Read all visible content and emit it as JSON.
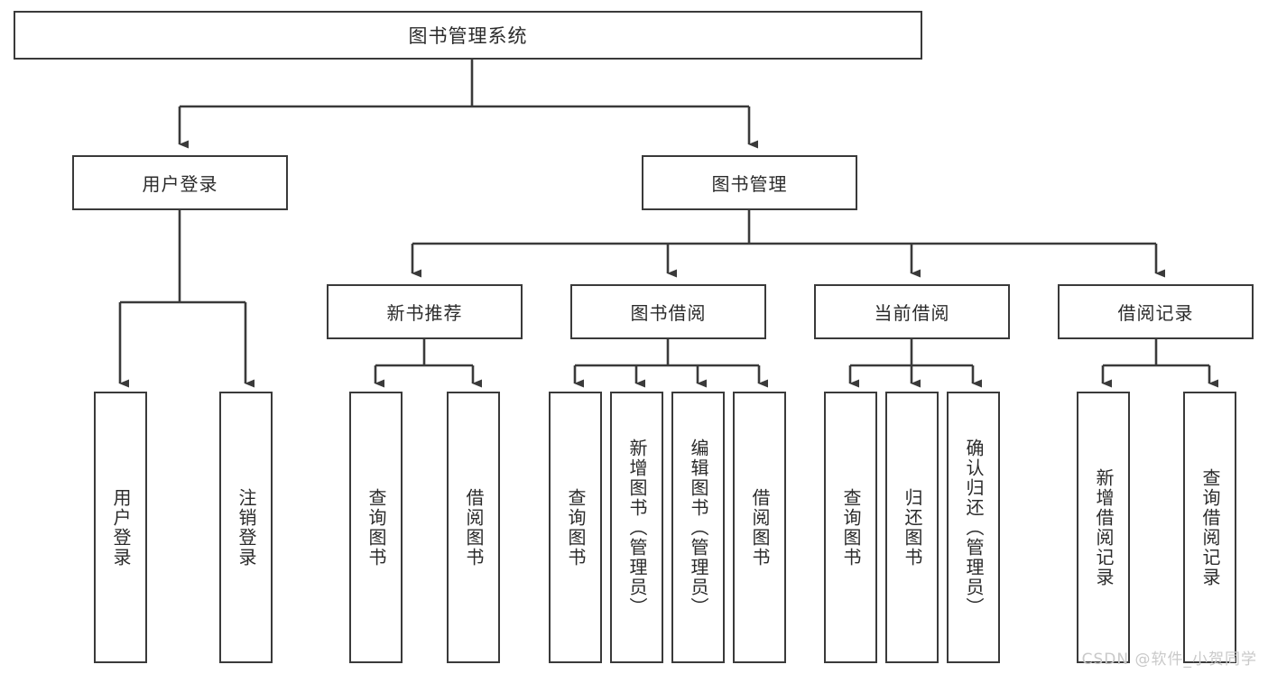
{
  "diagram": {
    "title": "图书管理系统",
    "type": "tree",
    "watermark": "CSDN @软件_小贺同学",
    "colors": {
      "stroke": "#3a3a3a",
      "text": "#2b2b2b",
      "background": "#ffffff",
      "watermark": "#c9c9c9"
    },
    "nodes": {
      "root": {
        "label": "图书管理系统"
      },
      "level1": [
        {
          "id": "user-login",
          "label": "用户登录"
        },
        {
          "id": "book-manage",
          "label": "图书管理"
        }
      ],
      "level2": [
        {
          "id": "new-book-recommend",
          "label": "新书推荐",
          "parent": "book-manage"
        },
        {
          "id": "book-borrow",
          "label": "图书借阅",
          "parent": "book-manage"
        },
        {
          "id": "current-borrow",
          "label": "当前借阅",
          "parent": "book-manage"
        },
        {
          "id": "borrow-record",
          "label": "借阅记录",
          "parent": "book-manage"
        }
      ],
      "leaves": [
        {
          "id": "leaf-user-login",
          "label": "用户登录",
          "parent": "user-login"
        },
        {
          "id": "leaf-logout-login",
          "label": "注销登录",
          "parent": "user-login"
        },
        {
          "id": "leaf-query-book-1",
          "label": "查询图书",
          "parent": "new-book-recommend"
        },
        {
          "id": "leaf-borrow-book-1",
          "label": "借阅图书",
          "parent": "new-book-recommend"
        },
        {
          "id": "leaf-query-book-2",
          "label": "查询图书",
          "parent": "book-borrow"
        },
        {
          "id": "leaf-add-book",
          "label": "新增图书（管理员）",
          "parent": "book-borrow"
        },
        {
          "id": "leaf-edit-book",
          "label": "编辑图书（管理员）",
          "parent": "book-borrow"
        },
        {
          "id": "leaf-borrow-book-2",
          "label": "借阅图书",
          "parent": "book-borrow"
        },
        {
          "id": "leaf-query-book-3",
          "label": "查询图书",
          "parent": "current-borrow"
        },
        {
          "id": "leaf-return-book",
          "label": "归还图书",
          "parent": "current-borrow"
        },
        {
          "id": "leaf-confirm-return",
          "label": "确认归还（管理员）",
          "parent": "current-borrow"
        },
        {
          "id": "leaf-add-record",
          "label": "新增借阅记录",
          "parent": "borrow-record"
        },
        {
          "id": "leaf-query-record",
          "label": "查询借阅记录",
          "parent": "borrow-record"
        }
      ]
    }
  }
}
